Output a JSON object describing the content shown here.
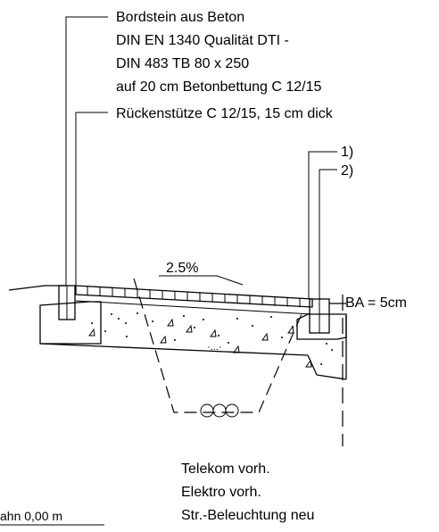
{
  "labels": {
    "material_line1": "Bordstein aus Beton",
    "material_line2": "DIN EN 1340 Qualität DTI -",
    "material_line3": "DIN 483 TB 80 x 250",
    "material_line4": "auf 20 cm Betonbettung C 12/15",
    "backing": "Rückenstütze C 12/15, 15 cm dick",
    "ref1": "1)",
    "ref2": "2)",
    "slope": "2.5%",
    "ba": "BA = 5cm",
    "utility1": "Telekom vorh.",
    "utility2": "Elektro vorh.",
    "utility3": "Str.-Beleuchtung neu",
    "bottom_left": "ahn 0,00 m"
  },
  "icons": {
    "cables": "three-circle-cables-icon",
    "slope_arrow": "slope-arrow-icon"
  }
}
